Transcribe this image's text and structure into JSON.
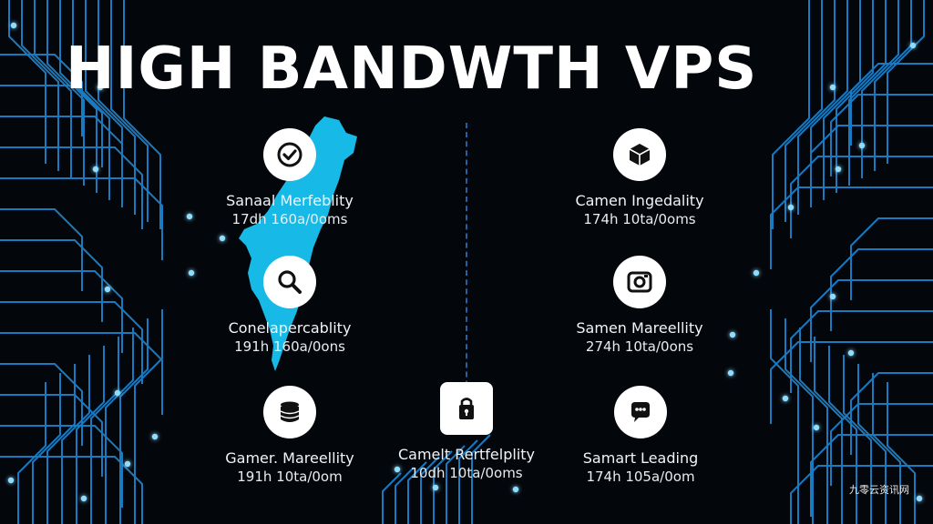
{
  "page": {
    "title": "HIGH BANDWTH VPS"
  },
  "features": [
    {
      "icon": "checkmark-icon",
      "title": "Sanaal Merfeblity",
      "subtitle": "17dh 160a/0oms"
    },
    {
      "icon": "cube-icon",
      "title": "Camen Ingedality",
      "subtitle": "174h 10ta/0oms"
    },
    {
      "icon": "magnifier-icon",
      "title": "Conelapercablity",
      "subtitle": "191h 160a/0ons"
    },
    {
      "icon": "camera-icon",
      "title": "Samen Mareellity",
      "subtitle": "274h 10ta/0ons"
    },
    {
      "icon": "database-icon",
      "title": "Gamer. Mareellity",
      "subtitle": "191h 10ta/0om"
    },
    {
      "icon": "lock-tag-icon",
      "title": "Camelt Rertfelplity",
      "subtitle": "10dh 10ta/0oms"
    },
    {
      "icon": "chat-bubble-icon",
      "title": "Samart Leading",
      "subtitle": "174h 105a/0om"
    }
  ],
  "watermark": {
    "text": "九零云资讯网"
  },
  "colors": {
    "background": "#03070c",
    "circuit": "#1f8fe0",
    "map": "#18c4f2",
    "glow": "#4fc3ff"
  }
}
